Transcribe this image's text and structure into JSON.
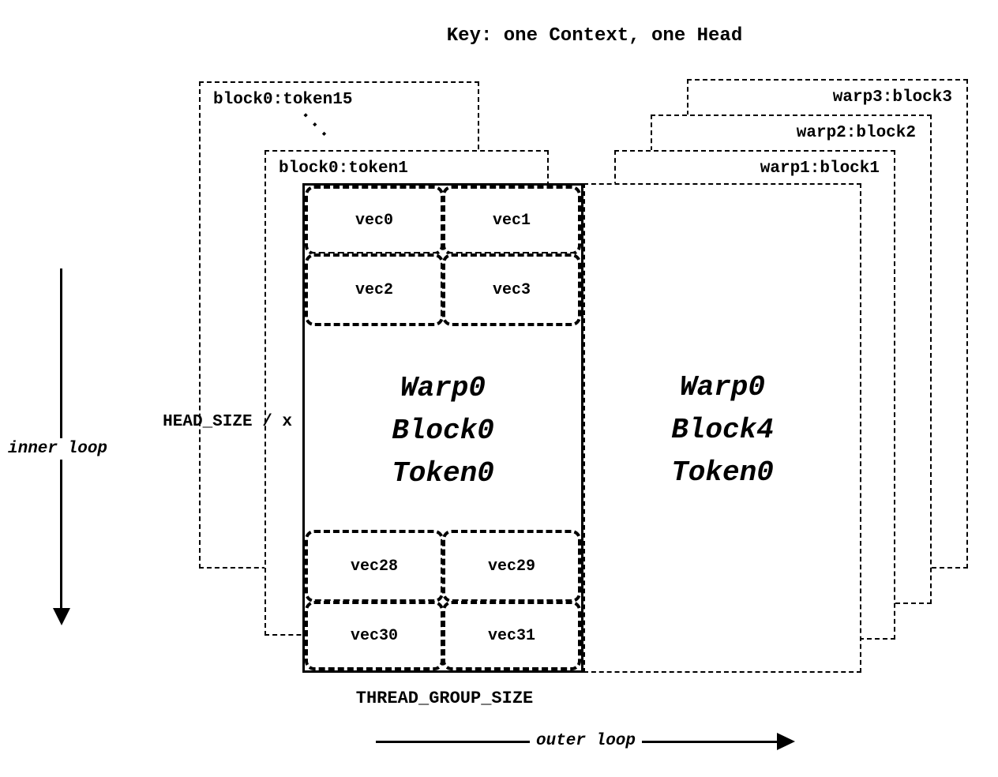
{
  "title": "Key: one Context, one Head",
  "left_stack": {
    "back_box_label": "block0:token15",
    "dots": "···",
    "mid_box_label": "block0:token1",
    "front_box": {
      "line1": "Warp0",
      "line2": "Block0",
      "line3": "Token0"
    },
    "top_vecs": [
      "vec0",
      "vec1",
      "vec2",
      "vec3"
    ],
    "bottom_vecs": [
      "vec28",
      "vec29",
      "vec30",
      "vec31"
    ]
  },
  "right_stack": {
    "back_box_labels": [
      "warp3:block3",
      "warp2:block2",
      "warp1:block1"
    ],
    "front_box": {
      "line1": "Warp0",
      "line2": "Block4",
      "line3": "Token0"
    }
  },
  "annotations": {
    "head_size": "HEAD_SIZE / x",
    "inner_loop": "inner loop",
    "thread_group_size": "THREAD_GROUP_SIZE",
    "outer_loop": "outer loop"
  },
  "colors": {
    "ink": "#000000",
    "background": "#ffffff"
  }
}
